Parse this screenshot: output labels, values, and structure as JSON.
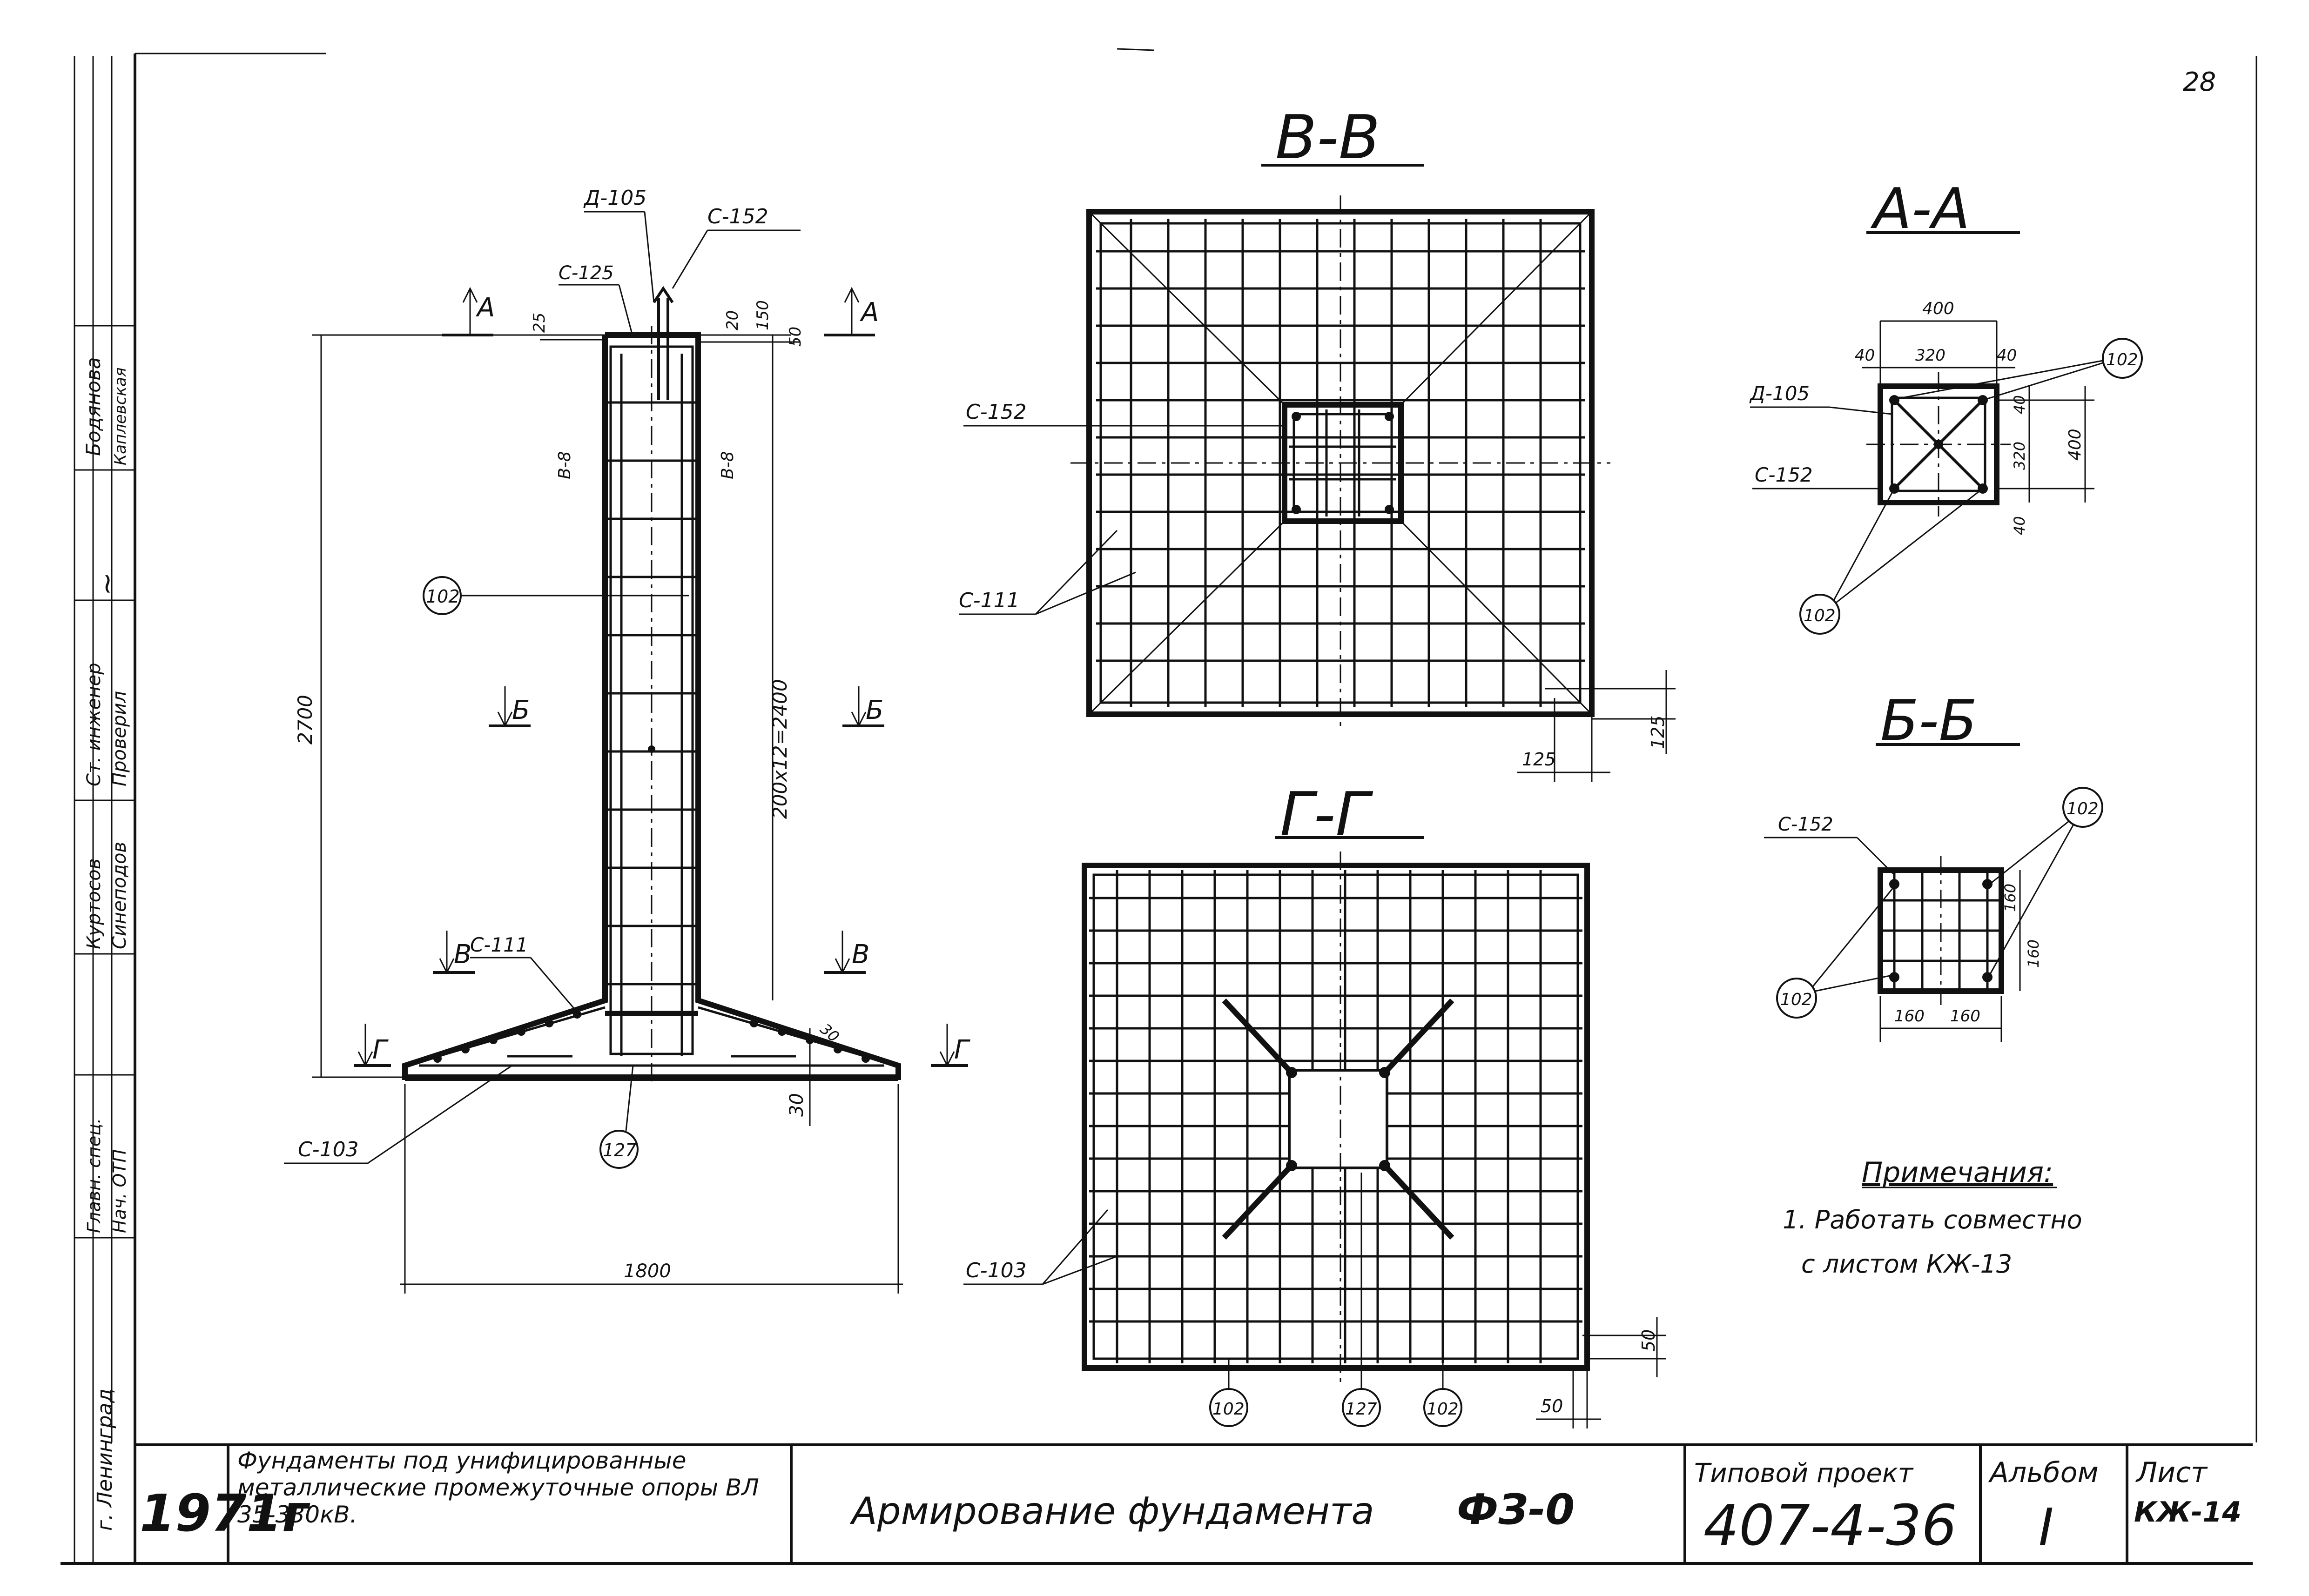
{
  "sheet_corner": "28",
  "sections": {
    "vv": "В-В",
    "aa": "А-А",
    "bb": "Б-Б",
    "gg": "Г-Г"
  },
  "section_marks": {
    "a": "А",
    "b": "Б",
    "v": "В",
    "g": "Г"
  },
  "labels": {
    "d105": "Д-105",
    "c152": "С-152",
    "c125": "С-125",
    "c111": "С-111",
    "c103": "С-103",
    "b8": "В-8",
    "p102": "102",
    "p127": "127"
  },
  "dimensions": {
    "d25": "25",
    "d20": "20",
    "d150": "150",
    "d50": "50",
    "d2700": "2700",
    "d200x12": "200х12=2400",
    "d1800": "1800",
    "d30": "30",
    "d125": "125",
    "d400": "400",
    "d40": "40",
    "d320": "320",
    "d160": "160"
  },
  "notes": {
    "title": "Примечания:",
    "line1": "1. Работать совместно",
    "line2": "с листом КЖ-13"
  },
  "side_stamp": {
    "r1a": "Бодянова",
    "r1b": "Каплевская",
    "r2a": "Ст. инженер",
    "r2b": "Проверил",
    "r3a": "Куртосов",
    "r3b": "Синеподов",
    "r4a": "Главн. спец.",
    "r4b": "Нач. ОТП",
    "city": "г. Ленинград"
  },
  "title_block": {
    "year": "1971г",
    "description": "Фундаменты под унифицированные металлические промежуточные опоры ВЛ 35-330кВ.",
    "drawing_title": "Армирование фундамента",
    "mark": "ФЗ-0",
    "project_label": "Типовой проект",
    "project_number": "407-4-36",
    "album_label": "Альбом",
    "album_number": "I",
    "sheet_label": "Лист",
    "sheet_number": "КЖ-14"
  }
}
